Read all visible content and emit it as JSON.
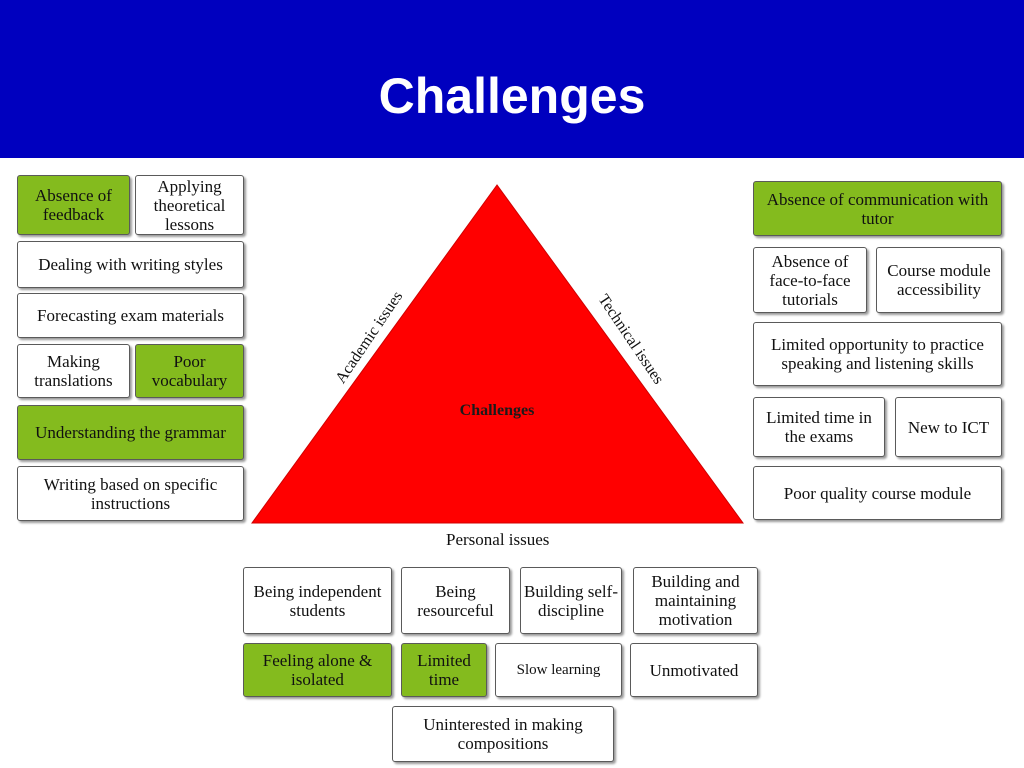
{
  "slide": {
    "title": "Challenges"
  },
  "colors": {
    "header": "#0000bf",
    "highlight": "#84bb1e",
    "triangle": "#ff0000"
  },
  "triangle": {
    "center_label": "Challenges",
    "left_label": "Academic issues",
    "right_label": "Technical issues",
    "bottom_label": "Personal issues"
  },
  "academic": {
    "absence_of_feedback": "Absence of feedback",
    "applying_theoretical_lessons": "Applying theoretical lessons",
    "dealing_with_writing_styles": "Dealing with writing styles",
    "forecasting_exam_materials": "Forecasting exam materials",
    "making_translations": "Making translations",
    "poor_vocabulary": "Poor vocabulary",
    "understanding_grammar": "Understanding the grammar",
    "writing_specific_instructions": "Writing based on specific instructions"
  },
  "technical": {
    "absence_communication_tutor": "Absence of communication with tutor",
    "absence_face_to_face": "Absence of face-to-face tutorials",
    "course_module_accessibility": "Course module accessibility",
    "limited_opportunity": "Limited opportunity to practice speaking and listening skills",
    "limited_time_exams": "Limited time in the exams",
    "new_to_ict": "New to ICT",
    "poor_quality_module": "Poor quality course module"
  },
  "personal": {
    "being_independent": "Being independent students",
    "being_resourceful": "Being resourceful",
    "building_self_discipline": "Building self-discipline",
    "building_motivation": "Building and maintaining motivation",
    "feeling_alone": "Feeling alone & isolated",
    "limited_time": "Limited time",
    "slow_learning": "Slow learning",
    "unmotivated": "Unmotivated",
    "uninterested_compositions": "Uninterested in making compositions"
  }
}
